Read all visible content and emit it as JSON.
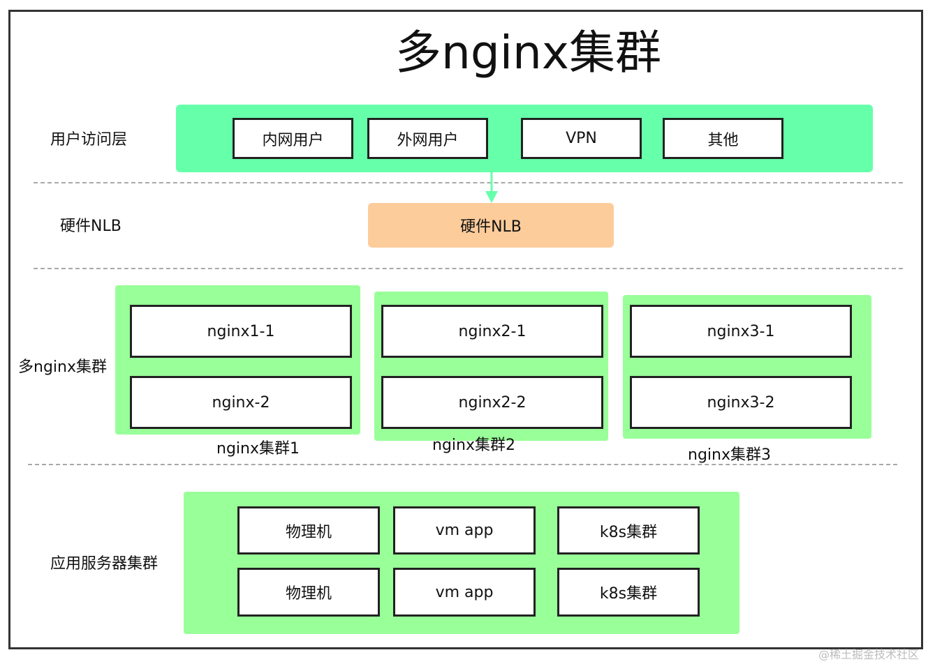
{
  "title": "多nginx集群",
  "layers": {
    "user_access": "用户访问层",
    "hardware_nlb": "硬件NLB",
    "multi_nginx": "多nginx集群",
    "app_servers": "应用服务器集群"
  },
  "users": [
    "内网用户",
    "外网用户",
    "VPN",
    "其他"
  ],
  "nlb": {
    "label": "硬件NLB"
  },
  "clusters": [
    {
      "name": "nginx集群1",
      "nodes": [
        "nginx1-1",
        "nginx-2"
      ]
    },
    {
      "name": "nginx集群2",
      "nodes": [
        "nginx2-1",
        "nginx2-2"
      ]
    },
    {
      "name": "nginx集群3",
      "nodes": [
        "nginx3-1",
        "nginx3-2"
      ]
    }
  ],
  "servers": {
    "rows": [
      [
        "物理机",
        "vm app",
        "k8s集群"
      ],
      [
        "物理机",
        "vm app",
        "k8s集群"
      ]
    ]
  },
  "watermark": "@稀土掘金技术社区",
  "colors": {
    "user_panel": "#66ffaa",
    "nlb_panel": "#fdcc9b",
    "cluster_panel": "#99ff99",
    "arrow": "#66ffaa"
  }
}
